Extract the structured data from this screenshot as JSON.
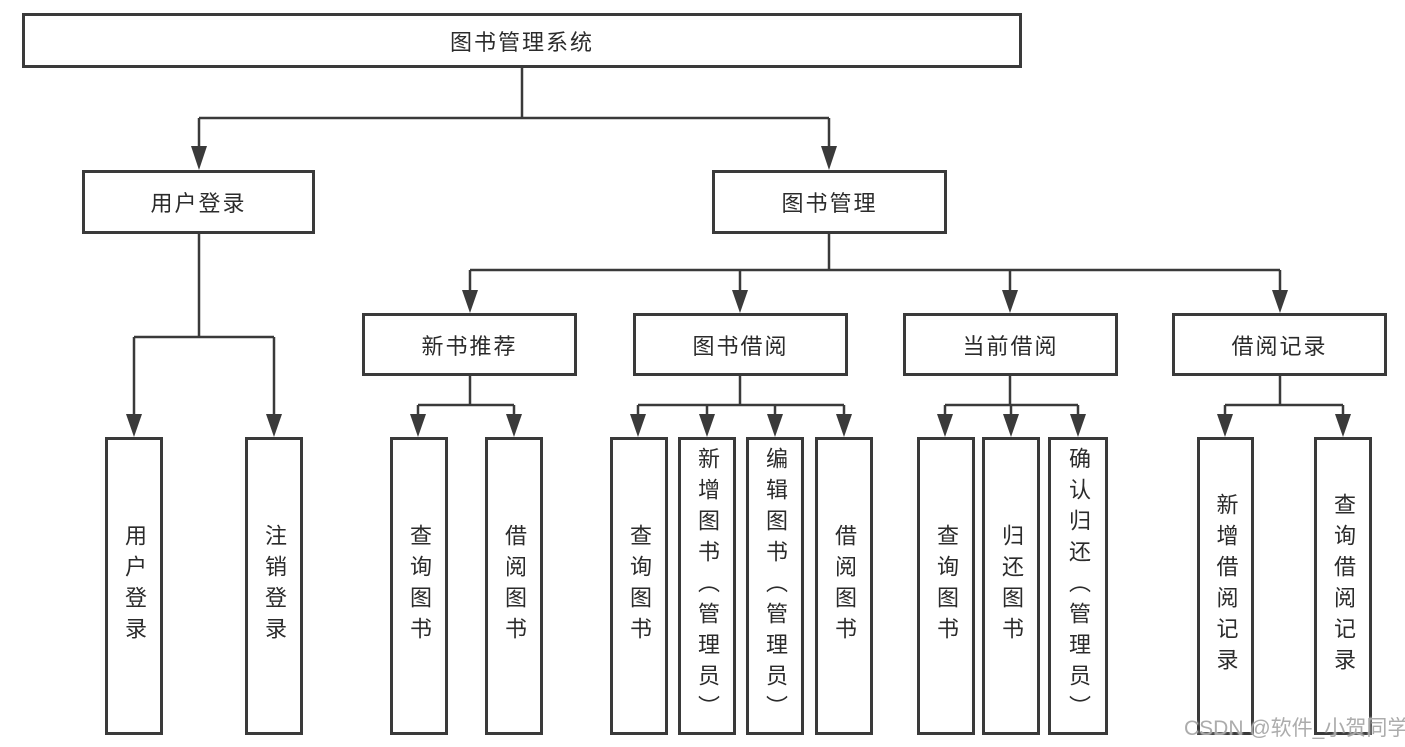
{
  "diagram": {
    "title": "图书管理系统",
    "level2": [
      {
        "label": "用户登录",
        "children": [
          {
            "label": "用户登录"
          },
          {
            "label": "注销登录"
          }
        ]
      },
      {
        "label": "图书管理",
        "children": [
          {
            "label": "新书推荐",
            "children": [
              {
                "label": "查询图书"
              },
              {
                "label": "借阅图书"
              }
            ]
          },
          {
            "label": "图书借阅",
            "children": [
              {
                "label": "查询图书"
              },
              {
                "label": "新增图书（管理员）"
              },
              {
                "label": "编辑图书（管理员）"
              },
              {
                "label": "借阅图书"
              }
            ]
          },
          {
            "label": "当前借阅",
            "children": [
              {
                "label": "查询图书"
              },
              {
                "label": "归还图书"
              },
              {
                "label": "确认归还（管理员）"
              }
            ]
          },
          {
            "label": "借阅记录",
            "children": [
              {
                "label": "新增借阅记录"
              },
              {
                "label": "查询借阅记录"
              }
            ]
          }
        ]
      }
    ]
  },
  "watermark": "CSDN @软件_小贺同学",
  "colors": {
    "line": "#3a3a3a",
    "box_border": "#3a3a3a",
    "text": "#2b2b2b",
    "background": "#ffffff",
    "watermark": "#a8a8a8"
  }
}
